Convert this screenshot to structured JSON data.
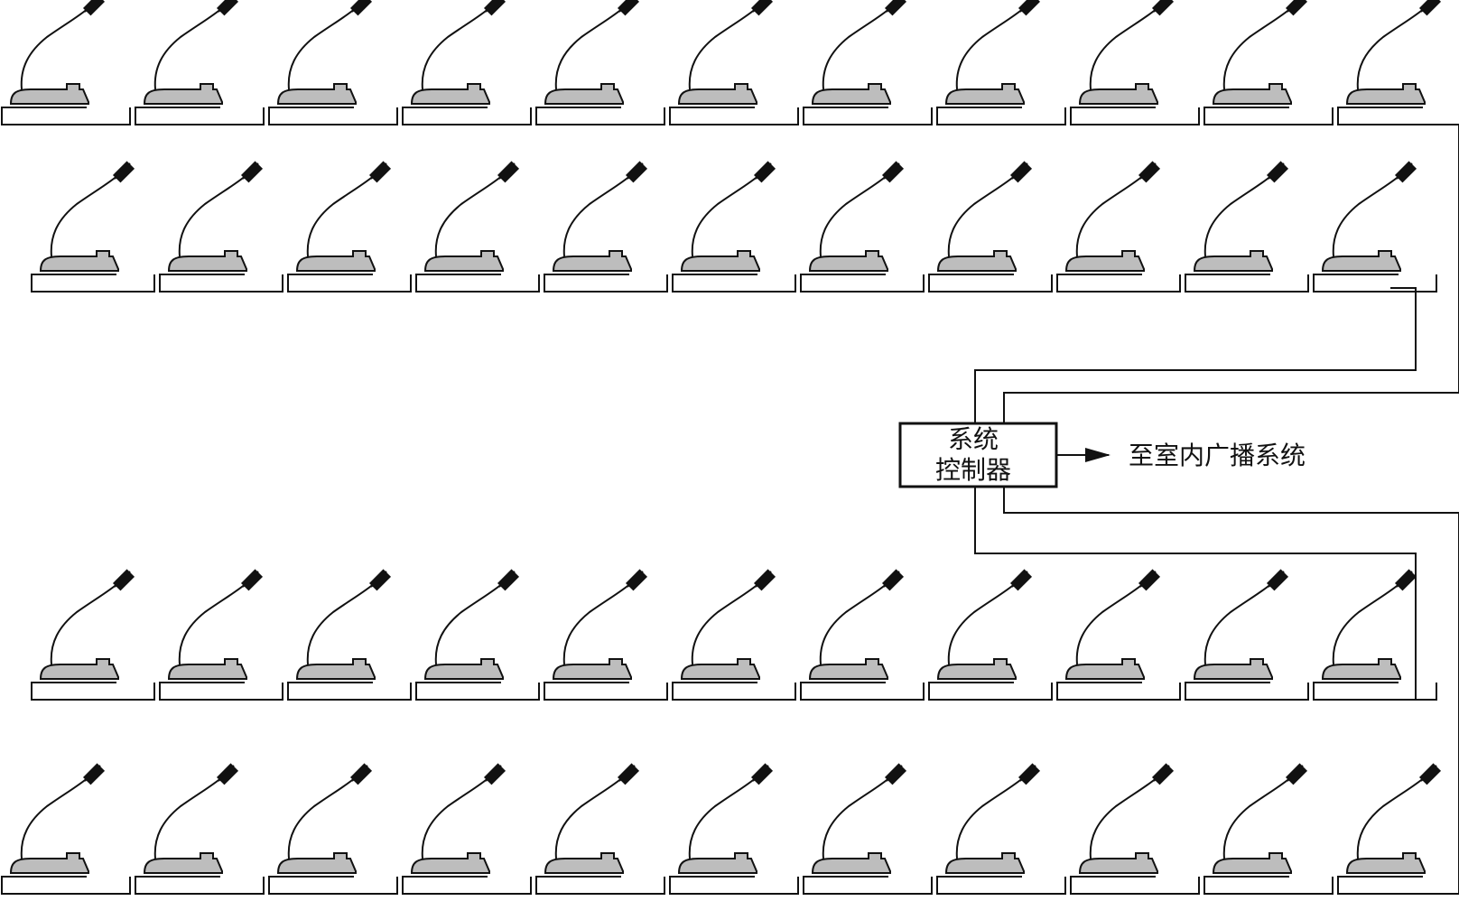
{
  "controller": {
    "line1": "系统",
    "line2": "控制器"
  },
  "output": {
    "label": "至室内广播系统"
  },
  "rows": [
    {
      "name": "row-1",
      "units": 11
    },
    {
      "name": "row-2",
      "units": 11
    },
    {
      "name": "row-3",
      "units": 11
    },
    {
      "name": "row-4",
      "units": 11
    }
  ],
  "device_icon": "conference-microphone-icon"
}
